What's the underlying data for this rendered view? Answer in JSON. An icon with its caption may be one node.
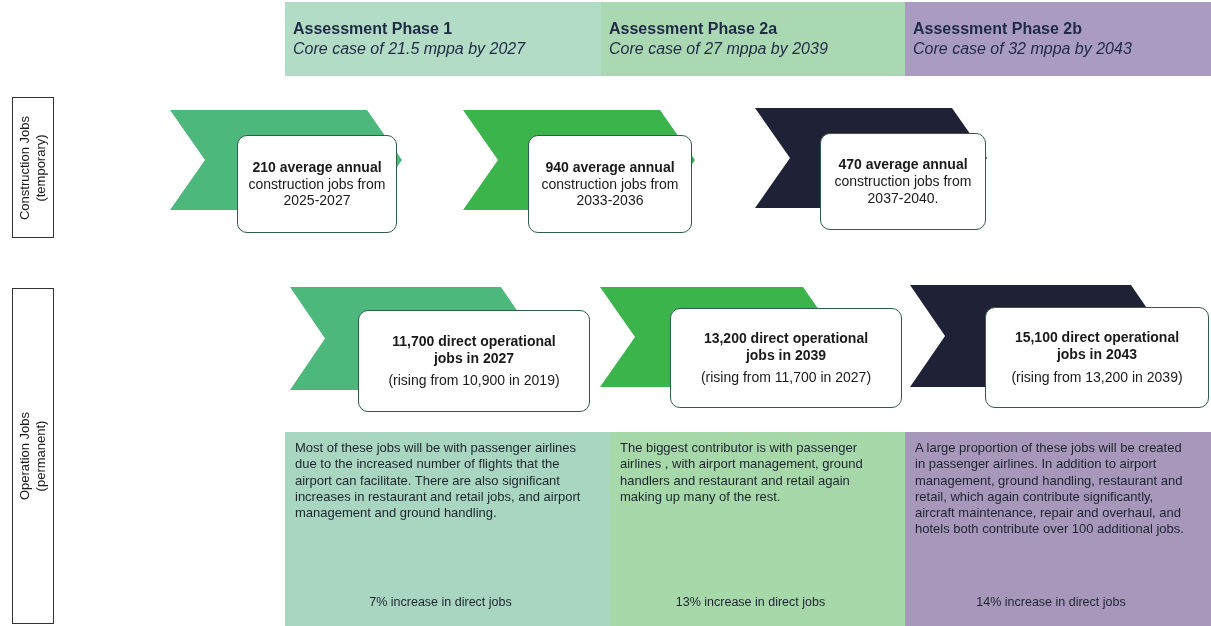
{
  "diagram": {
    "nodes": [
      {
        "text": [
          "Assessment Phase 1",
          "Core case of 21.5 mppa by 2027"
        ]
      },
      {
        "text": [
          "Assessment Phase 2a",
          "Core case of 27 mppa by 2039"
        ]
      },
      {
        "text": [
          "Assessment Phase 2b",
          "Core case of 32 mppa by 2043"
        ]
      },
      {
        "text": [
          "Construction Jobs (temporary)"
        ]
      },
      {
        "text": [
          "Operation Jobs (permanent)"
        ]
      },
      {
        "text": [
          "**210 average annual** construction jobs from 2025-2027"
        ]
      },
      {
        "text": [
          "**940 average annual** construction jobs from 2033-2036"
        ]
      },
      {
        "text": [
          "**470 average annual** construction jobs from 2037-2040."
        ]
      },
      {
        "text": [
          "11,700 direct operational jobs in 2027",
          "(rising from 10,900 in 2019)"
        ]
      },
      {
        "text": [
          "13,200 direct operational jobs in 2039",
          "(rising from 11,700 in 2027)"
        ]
      },
      {
        "text": [
          "15,100 direct operational jobs in 2043",
          "(rising from 13,200 in 2039)"
        ]
      },
      {
        "text": [
          "Most of these jobs will be with passenger airlines due to the increased number of flights that the airport can facilitate.  There are also significant increases in restaurant and retail jobs, and airport management and ground handling.",
          "7% increase in direct jobs"
        ]
      },
      {
        "text": [
          "The biggest contributor is with passenger airlines , with airport management, ground handlers and restaurant and retail again making up many of the rest.",
          "13% increase in direct jobs"
        ]
      },
      {
        "text": [
          "A large proportion of these jobs will be created in passenger airlines. In addition to airport management, ground handling, restaurant and retail, which again contribute significantly, aircraft maintenance, repair and overhaul, and hotels both contribute over 100 additional jobs.",
          "14% increase in direct jobs"
        ]
      }
    ]
  }
}
